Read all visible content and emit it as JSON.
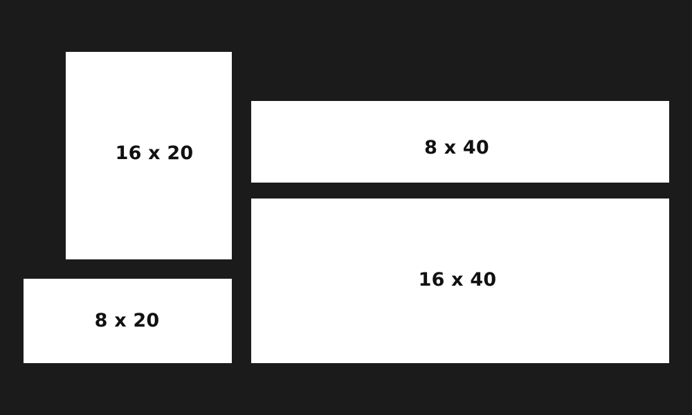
{
  "colors": {
    "background": "#1b1b1b",
    "panel": "#ffffff",
    "label": "#111111"
  },
  "panels": [
    {
      "label": "16 x 20"
    },
    {
      "label": "8 x 20"
    },
    {
      "label": "8 x 40"
    },
    {
      "label": "16 x 40"
    }
  ]
}
